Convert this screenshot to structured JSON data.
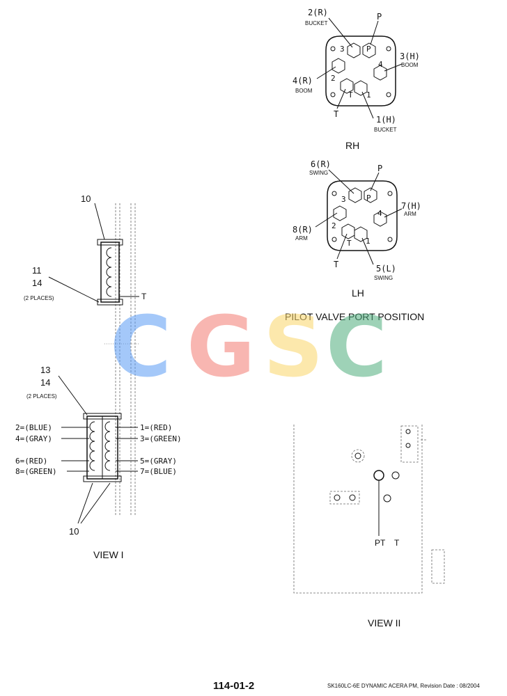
{
  "rh": {
    "port_2r": "2(R)",
    "port_2r_sub": "BUCKET",
    "port_p": "P",
    "port_3h": "3(H)",
    "port_3h_sub": "BOOM",
    "port_4r": "4(R)",
    "port_4r_sub": "BOOM",
    "port_t": "T",
    "port_1h": "1(H)",
    "port_1h_sub": "BUCKET",
    "in_3": "3",
    "in_p": "P",
    "in_4": "4",
    "in_2": "2",
    "in_t": "T",
    "in_1": "1",
    "caption": "RH"
  },
  "lh": {
    "port_6r": "6(R)",
    "port_6r_sub": "SWING",
    "port_p": "P",
    "port_7h": "7(H)",
    "port_7h_sub": "ARM",
    "port_8r": "8(R)",
    "port_8r_sub": "ARM",
    "port_t": "T",
    "port_5l": "5(L)",
    "port_5l_sub": "SWING",
    "in_3": "3",
    "in_p": "P",
    "in_4": "4",
    "in_2": "2",
    "in_t": "T",
    "in_1": "1",
    "caption": "LH"
  },
  "pilot_title": "PILOT VALVE PORT POSITION",
  "view1": {
    "ref_10_top": "10",
    "ref_11": "11",
    "ref_14a": "14",
    "places_a": "(2 PLACES)",
    "ref_t": "T",
    "ref_13": "13",
    "ref_14b": "14",
    "places_b": "(2 PLACES)",
    "left_labels": [
      "2=(BLUE)",
      "4=(GRAY)",
      "6=(RED)",
      "8=(GREEN)"
    ],
    "right_labels": [
      "1=(RED)",
      "3=(GREEN)",
      "5=(GRAY)",
      "7=(BLUE)"
    ],
    "ref_10_bottom": "10",
    "caption": "VIEW I"
  },
  "view2": {
    "pt_label": "PT",
    "t_label": "T",
    "caption": "VIEW II"
  },
  "watermark": {
    "letters": [
      "C",
      "G",
      "S",
      "C"
    ],
    "colors": [
      "#5b9cf5",
      "#f47c72",
      "#fbd66a",
      "#4fae7e"
    ]
  },
  "footer": {
    "page_number": "114-01-2",
    "doc_info": "SK160LC-6E DYNAMIC ACERA PM, Revision Date : 08/2004"
  }
}
